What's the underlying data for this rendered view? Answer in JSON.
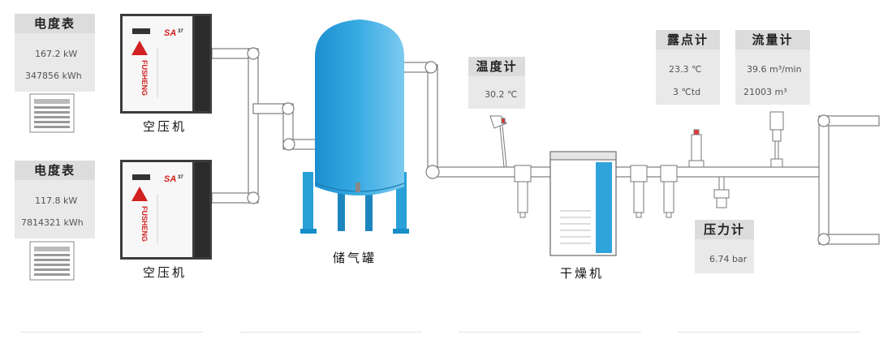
{
  "meters": [
    {
      "title": "电度表",
      "line1": "167.2  kW",
      "line2": "347856  kWh"
    },
    {
      "title": "电度表",
      "line1": "117.8  kW",
      "line2": "7814321 kWh"
    }
  ],
  "compressor": {
    "label": "空压机",
    "model": "SA",
    "model_sub": "37",
    "brand": "FUSHENG"
  },
  "tank": {
    "label": "储气罐"
  },
  "dryer": {
    "label": "干燥机"
  },
  "temperature": {
    "title": "温度计",
    "value": "30.2 ℃"
  },
  "dewpoint": {
    "title": "露点计",
    "line1": "23.3 ℃",
    "line2": "3    ℃td"
  },
  "flow": {
    "title": "流量计",
    "line1": "39.6   m³/min",
    "line2": "21003 m³"
  },
  "pressure": {
    "title": "压力计",
    "value": "6.74 bar"
  },
  "colors": {
    "tank": "#2fa3dc",
    "pipe_stroke": "#7d7d7d",
    "panel_bg": "#e9e9e9",
    "panel_title_bg": "#dcdcdc"
  }
}
